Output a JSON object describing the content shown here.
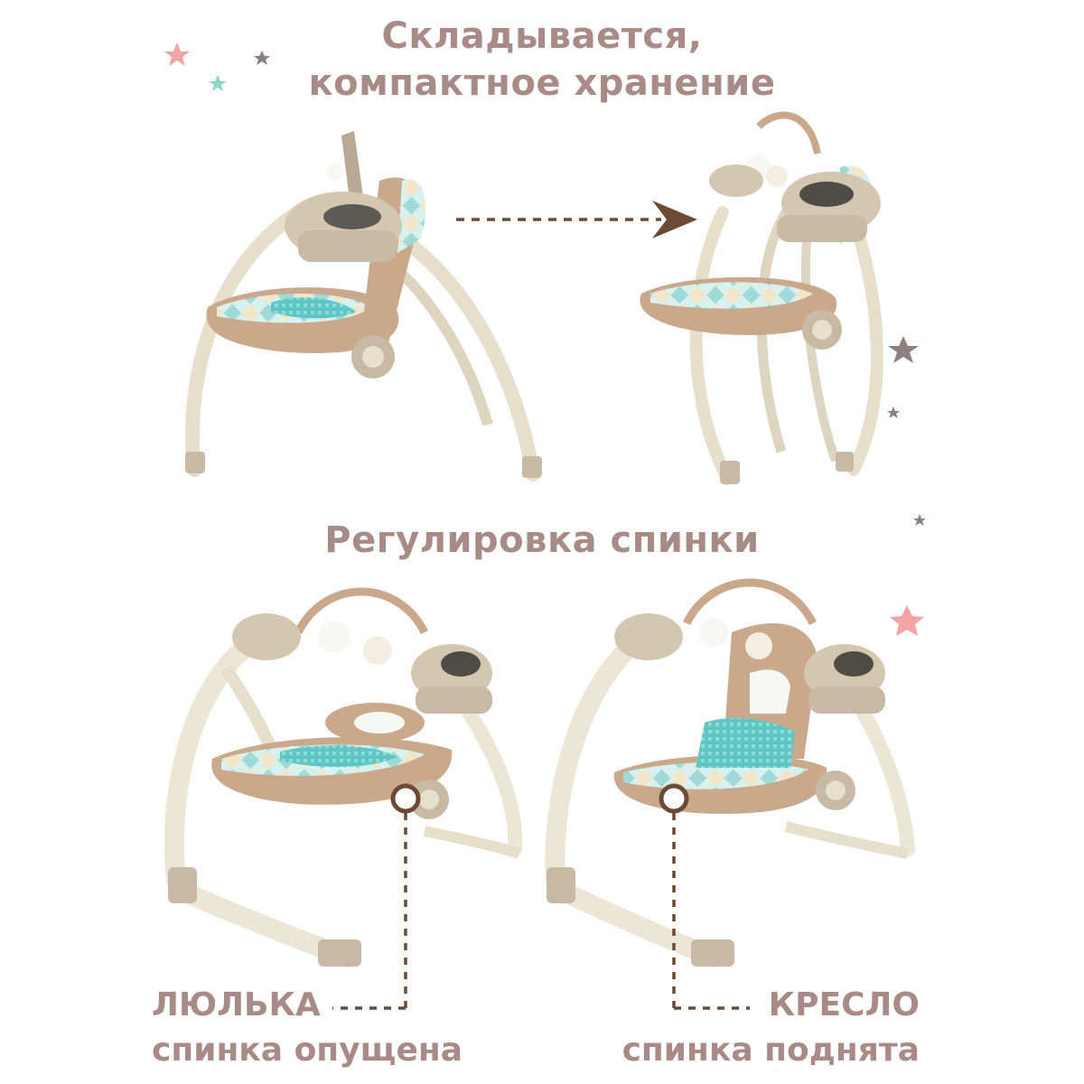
{
  "headings": {
    "fold_line1": "Складывается,",
    "fold_line2": "компактное хранение",
    "recline": "Регулировка спинки"
  },
  "labels": {
    "cradle_title": "ЛЮЛЬКА",
    "cradle_sub": "спинка опущена",
    "chair_title": "КРЕСЛО",
    "chair_sub": "спинка поднята"
  },
  "colors": {
    "text": "#a88a86",
    "frame": "#ece6d6",
    "hub": "#c7b9a4",
    "fabric": "#c9a88c",
    "pattern": "#5ec6c4",
    "arrow": "#6b4a36",
    "star_pink": "#f2a4a4",
    "star_mint": "#8fd6c4",
    "star_grey": "#8d7f82"
  },
  "icons": [
    "star-icon",
    "arrow-icon",
    "marker-circle-icon"
  ]
}
